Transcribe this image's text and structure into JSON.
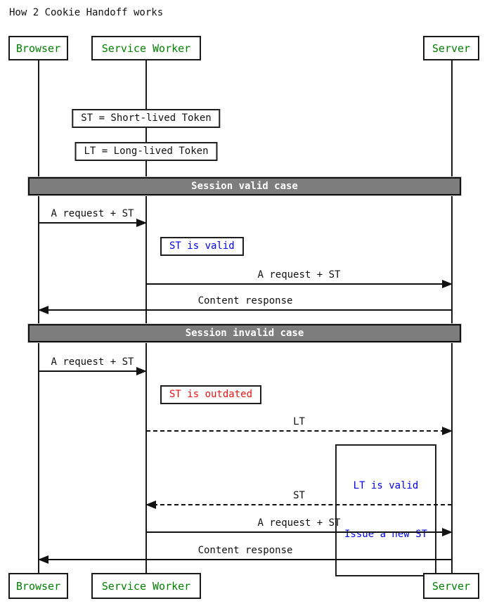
{
  "title": "How 2 Cookie Handoff works",
  "participants": [
    {
      "name": "Browser"
    },
    {
      "name": "Service Worker"
    },
    {
      "name": "Server"
    }
  ],
  "legend_notes": [
    {
      "text": "ST = Short-lived Token"
    },
    {
      "text": "LT = Long-lived Token"
    }
  ],
  "dividers": [
    {
      "label": "Session valid case"
    },
    {
      "label": "Session invalid case"
    }
  ],
  "messages": [
    {
      "from": "Browser",
      "to": "Service Worker",
      "label": "A request + ST",
      "line": "solid"
    },
    {
      "from": "Service Worker",
      "to": "Server",
      "label": "A request + ST",
      "line": "solid"
    },
    {
      "from": "Server",
      "to": "Browser",
      "label": "Content response",
      "line": "solid"
    },
    {
      "from": "Browser",
      "to": "Service Worker",
      "label": "A request + ST",
      "line": "solid"
    },
    {
      "from": "Service Worker",
      "to": "Server",
      "label": "LT",
      "line": "dashed"
    },
    {
      "from": "Server",
      "to": "Service Worker",
      "label": "ST",
      "line": "dashed"
    },
    {
      "from": "Service Worker",
      "to": "Server",
      "label": "A request + ST",
      "line": "solid"
    },
    {
      "from": "Server",
      "to": "Browser",
      "label": "Content response",
      "line": "solid"
    }
  ],
  "notes": [
    {
      "text": "ST is valid",
      "color": "#0000ee"
    },
    {
      "text": "ST is outdated",
      "color": "#ee1111"
    },
    {
      "line1": "LT is valid",
      "line2": "Issue a new ST",
      "color": "#0000ee"
    }
  ],
  "colors": {
    "participant_text": "#008000",
    "divider_bg": "#7d7d7d",
    "divider_text": "#ffffff",
    "note_blue": "#0000ee",
    "note_red": "#ee1111",
    "line": "#111111",
    "background": "#ffffff"
  }
}
